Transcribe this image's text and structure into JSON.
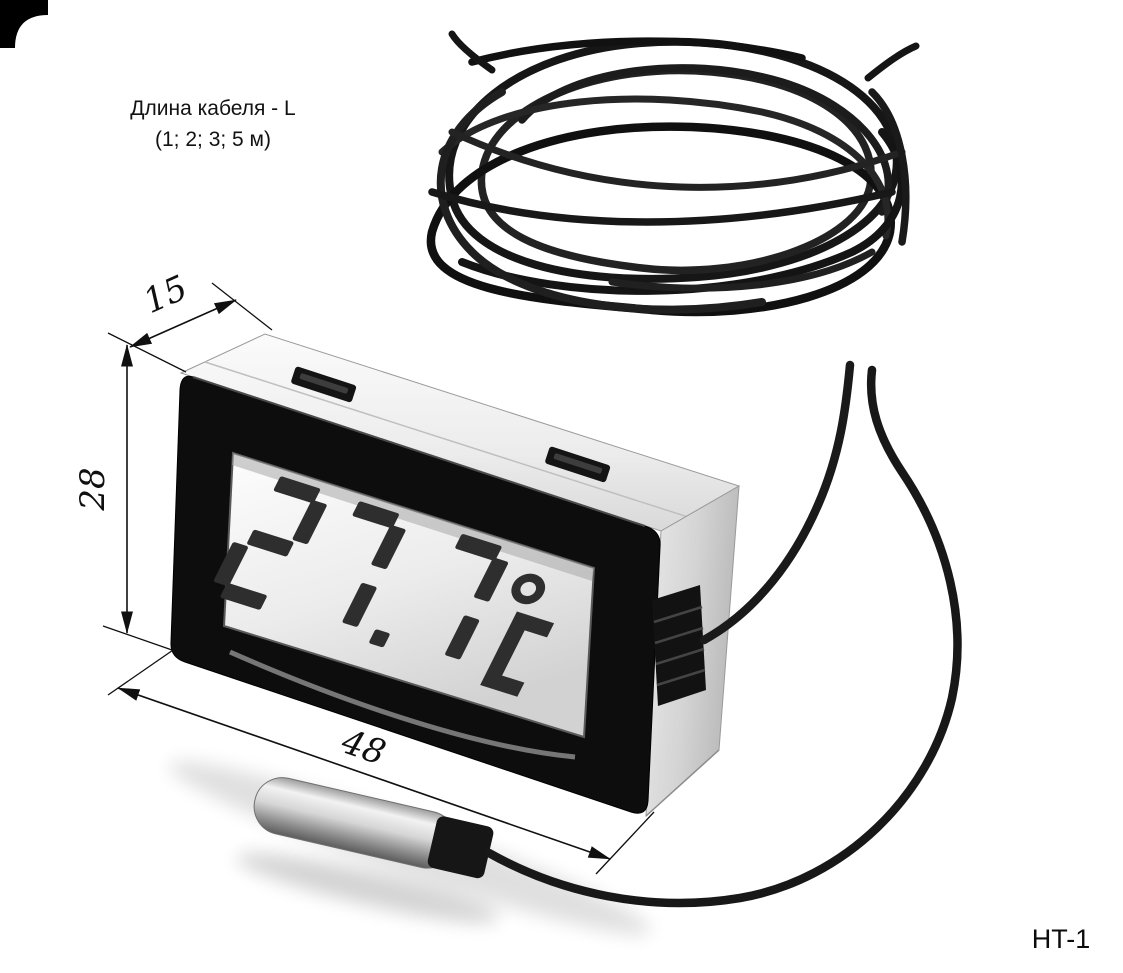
{
  "figure": {
    "cable_note_line1": "Длина кабеля -  L",
    "cable_note_line2": "(1; 2; 3; 5 м)",
    "model_label": "HT-1",
    "bg_color": "#ffffff"
  },
  "dimensions": {
    "depth_mm": "15",
    "height_mm": "28",
    "width_mm": "48"
  },
  "device": {
    "type": "panel-mount digital thermometer with remote probe",
    "display_value": "27.7",
    "display_unit": "°C",
    "bezel_color": "#0d0d0d",
    "lcd_segment_color": "#2e2e2e",
    "cable_color": "#1a1a1a"
  }
}
